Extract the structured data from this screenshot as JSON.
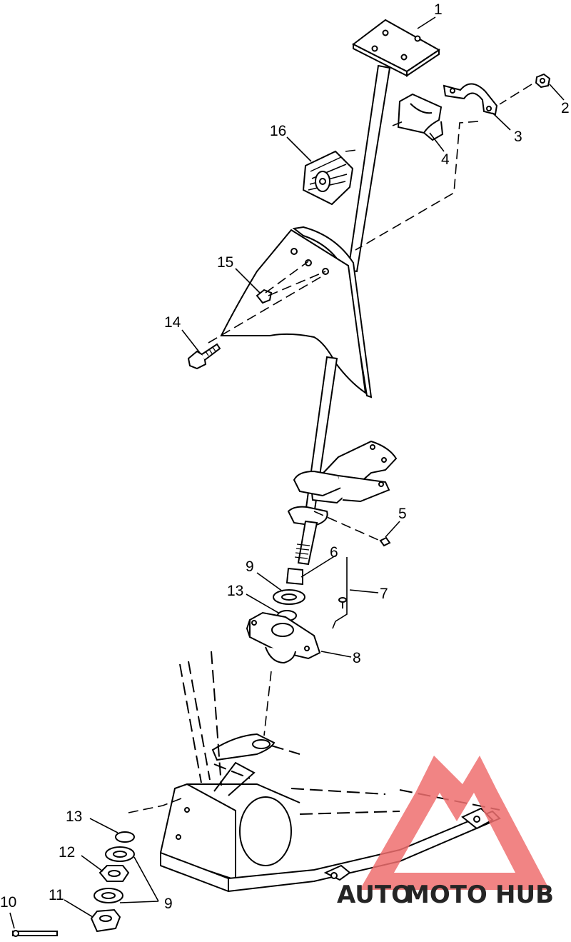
{
  "callouts": {
    "c1": "1",
    "c2": "2",
    "c3": "3",
    "c4": "4",
    "c5": "5",
    "c6": "6",
    "c7": "7",
    "c8": "8",
    "c9a": "9",
    "c9b": "9",
    "c10": "10",
    "c11": "11",
    "c12": "12",
    "c13a": "13",
    "c13b": "13",
    "c14": "14",
    "c15": "15",
    "c16": "16"
  },
  "watermark": {
    "part1": "AUTO",
    "part2": "MOTO",
    "part3": "HUB",
    "color_primary": "#ef6f6f",
    "color_secondary": "#f7b95a",
    "color_dark": "#666666"
  }
}
